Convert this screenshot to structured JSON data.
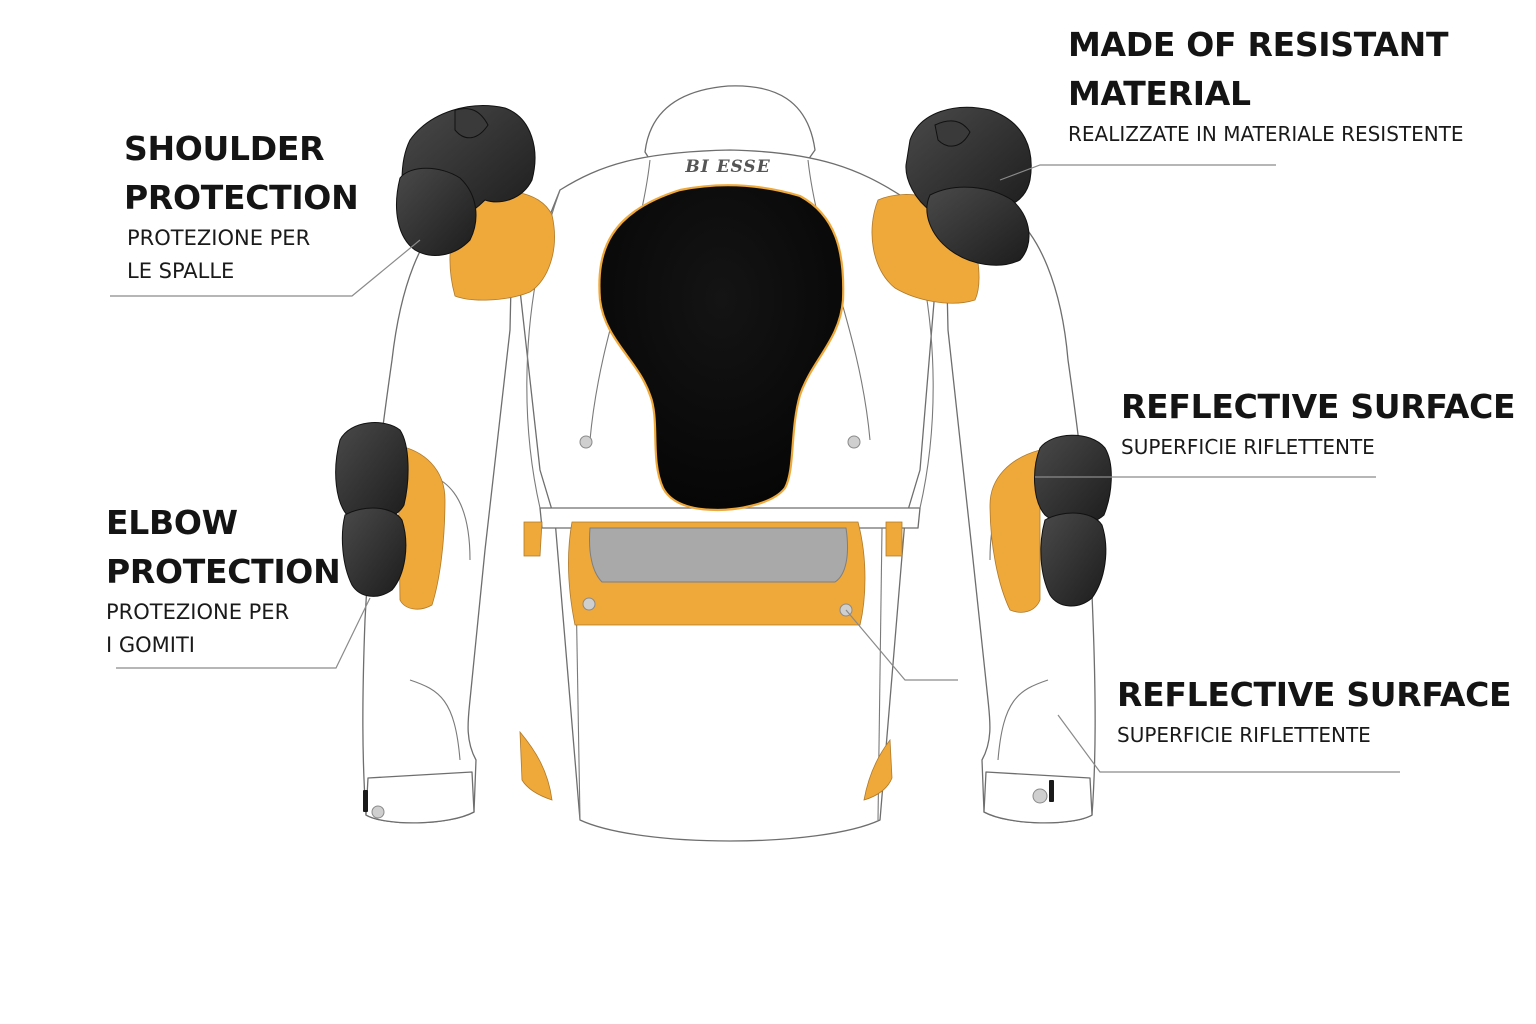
{
  "brand": {
    "logo_text": "BI ESSE"
  },
  "colors": {
    "accent": "#efa83a",
    "armor": "#2b2b2b",
    "jacket": "#ffffff",
    "outline": "#6e6e6e",
    "mesh": "#a9a9a9"
  },
  "callouts": {
    "shoulder": {
      "title_lines": [
        "SHOULDER",
        "PROTECTION"
      ],
      "subtitle_lines": [
        "PROTEZIONE PER",
        "LE SPALLE"
      ]
    },
    "material": {
      "title_lines": [
        "MADE OF RESISTANT",
        "MATERIAL"
      ],
      "subtitle_lines": [
        "REALIZZATE IN MATERIALE RESISTENTE"
      ]
    },
    "elbow": {
      "title_lines": [
        "ELBOW",
        "PROTECTION"
      ],
      "subtitle_lines": [
        "PROTEZIONE PER",
        "I GOMITI"
      ]
    },
    "reflective_upper": {
      "title_lines": [
        "REFLECTIVE SURFACE"
      ],
      "subtitle_lines": [
        "SUPERFICIE RIFLETTENTE"
      ]
    },
    "reflective_lower": {
      "title_lines": [
        "REFLECTIVE SURFACE"
      ],
      "subtitle_lines": [
        "SUPERFICIE RIFLETTENTE"
      ]
    }
  }
}
